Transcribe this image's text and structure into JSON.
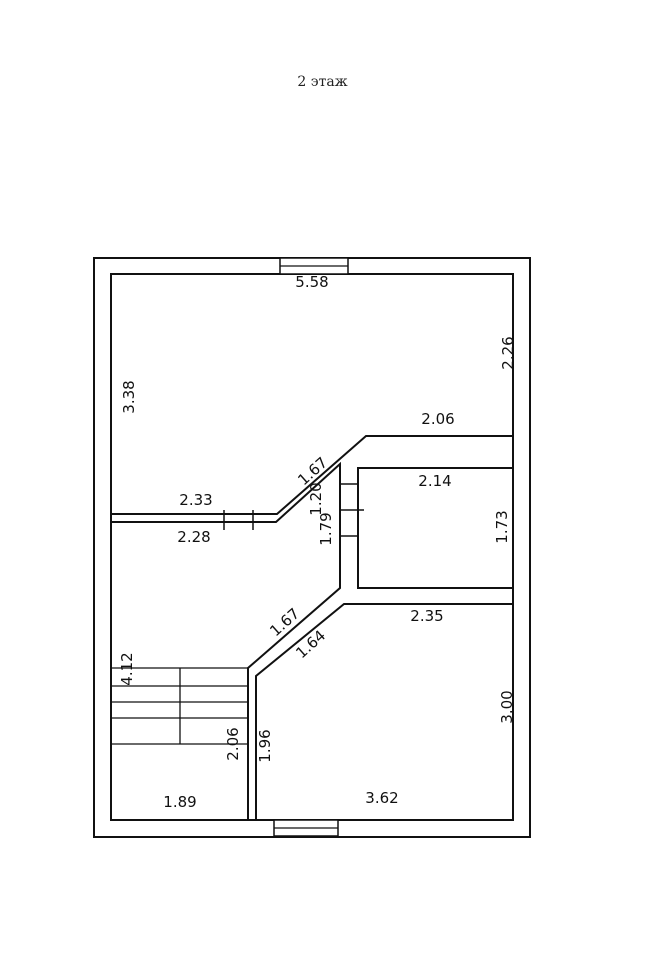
{
  "title": "2 этаж",
  "dimensions": {
    "top_width": "5.58",
    "left_height": "3.38",
    "right_upper_height": "2.26",
    "step_width": "2.06",
    "diag_upper": "1.67",
    "corridor_gap": "1.20",
    "partition_upper": "2.33",
    "partition_lower": "2.28",
    "small_room_width": "2.14",
    "small_room_height": "1.73",
    "corridor_height": "1.79",
    "diag_lower_outer": "1.67",
    "diag_lower_inner": "1.64",
    "big_room_width": "2.35",
    "big_room_height": "3.00",
    "stair_height": "4.12",
    "stair_bottom_height": "2.06",
    "big_room_left_height": "1.96",
    "stair_bottom_width": "1.89",
    "big_room_bottom_width": "3.62"
  }
}
